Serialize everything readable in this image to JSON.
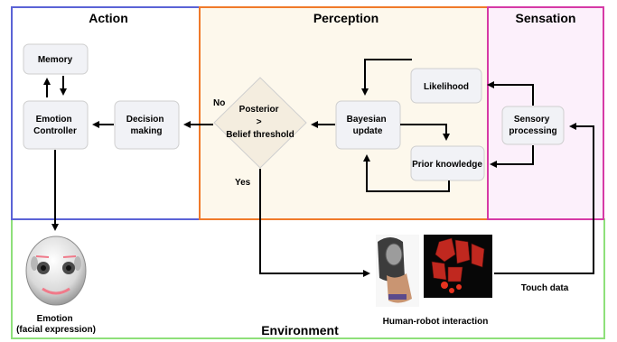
{
  "panels": {
    "action": {
      "title": "Action",
      "border": "#5b63d6",
      "fill": "#ffffff"
    },
    "perception": {
      "title": "Perception",
      "border": "#f07a2a",
      "fill": "#fdf8ec"
    },
    "sensation": {
      "title": "Sensation",
      "border": "#d63aa6",
      "fill": "#fcf0fb"
    },
    "environment": {
      "title": "Environment",
      "border": "#8ee07a",
      "fill": "#ffffff"
    }
  },
  "nodes": {
    "memory": "Memory",
    "emotion_controller": [
      "Emotion",
      "Controller"
    ],
    "decision_making": [
      "Decision",
      "making"
    ],
    "decision": [
      "Posterior",
      ">",
      "Belief threshold"
    ],
    "bayesian_update": [
      "Bayesian",
      "update"
    ],
    "likelihood": "Likelihood",
    "prior_knowledge": "Prior knowledge",
    "sensory_processing": [
      "Sensory",
      "processing"
    ]
  },
  "branch_labels": {
    "no": "No",
    "yes": "Yes"
  },
  "environment": {
    "emotion_caption": [
      "Emotion",
      "(facial expression)"
    ],
    "interaction_caption": "Human-robot interaction",
    "touch_label": "Touch data"
  },
  "colors": {
    "node_fill": "#f1f2f6",
    "decision_fill": "#f4eddf",
    "arrow": "#000000"
  },
  "icons": {
    "robot_face": "robot-face-image",
    "touch_sensor": "touch-sensor-image"
  }
}
